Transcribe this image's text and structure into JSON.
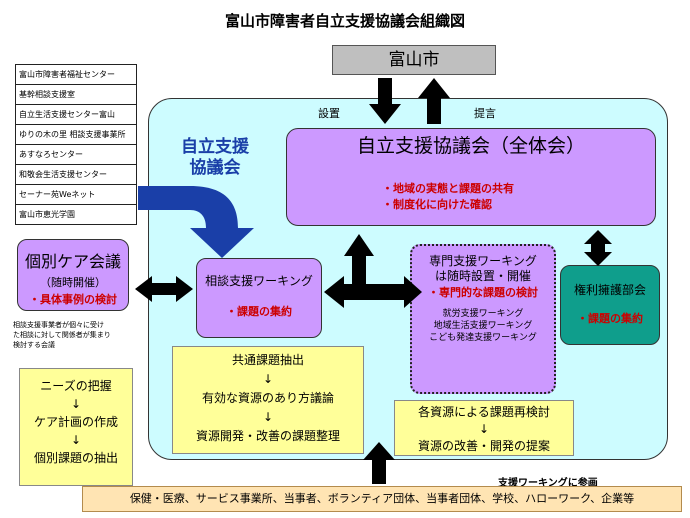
{
  "title": "富山市障害者自立支援協議会組織図",
  "city": "富山市",
  "labels": {
    "setchi": "設置",
    "teigen": "提言"
  },
  "council_label": [
    "自立支援",
    "協議会"
  ],
  "whole_council": {
    "title": "自立支援協議会（全体会）",
    "items": [
      "・地域の実態と課題の共有",
      "・制度化に向けた確認"
    ]
  },
  "org_list": [
    "富山市障害者福祉センター",
    "基幹相談支援室",
    "自立生活支援センター富山",
    "ゆりの木の里 相談支援事業所",
    "あすなろセンター",
    "和敬会生活支援センター",
    "セーナー苑Weネット",
    "富山市恵光学園"
  ],
  "individual_care": {
    "title": "個別ケア会議",
    "subtitle": "（随時開催）",
    "item": "・具体事例の検討"
  },
  "note": [
    "相談支援事業者が個々に受け",
    "た相談に対して関係者が集まり",
    "検討する会議"
  ],
  "needs_steps": [
    "ニーズの把握",
    "↓",
    "ケア計画の作成",
    "↓",
    "個別課題の抽出"
  ],
  "sodan_working": {
    "title": "相談支援ワーキング",
    "item": "・課題の集約"
  },
  "common_steps": [
    "共通課題抽出",
    "↓",
    "有効な資源のあり方議論",
    "↓",
    "資源開発・改善の課題整理"
  ],
  "senmon_working": {
    "title_lines": [
      "専門支援ワーキング",
      "は随時設置・開催"
    ],
    "item": "・専門的な課題の検討",
    "sub": [
      "就労支援ワーキング",
      "地域生活支援ワーキング",
      "こども発達支援ワーキング"
    ]
  },
  "kenri": {
    "title": "権利擁護部会",
    "item": "・課題の集約"
  },
  "resource_steps": [
    "各資源による課題再検討",
    "↓",
    "資源の改善・開発の提案"
  ],
  "participate_label": "支援ワーキングに参画",
  "bottom_bar": "保健・医療、サービス事業所、当事者、ボランティア団体、当事者団体、学校、ハローワーク、企業等",
  "colors": {
    "purple": "#cc99ff",
    "cyan_panel": "#cdfcff",
    "yellow": "#ffff99",
    "teal": "#0f9e8c",
    "gray": "#bfbfbf",
    "orange": "#ffe4b3",
    "red_text": "#cc0000",
    "blue_arrow": "#1a3fa8"
  }
}
